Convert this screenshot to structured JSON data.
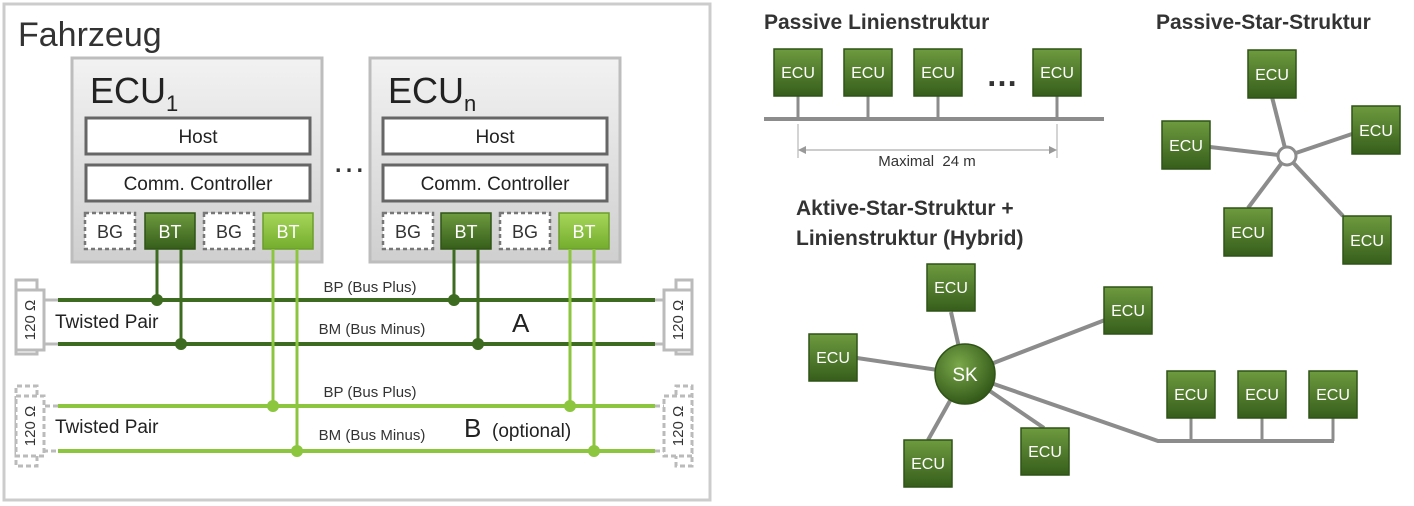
{
  "vehicle": {
    "title": "Fahrzeug",
    "ecus": [
      {
        "name": "ECU",
        "sub": "1",
        "host": "Host",
        "controller": "Comm. Controller",
        "slots": [
          {
            "label": "BG",
            "style": "empty"
          },
          {
            "label": "BT",
            "style": "dark"
          },
          {
            "label": "BG",
            "style": "empty"
          },
          {
            "label": "BT",
            "style": "light"
          }
        ]
      },
      {
        "name": "ECU",
        "sub": "n",
        "host": "Host",
        "controller": "Comm. Controller",
        "slots": [
          {
            "label": "BG",
            "style": "empty"
          },
          {
            "label": "BT",
            "style": "dark"
          },
          {
            "label": "BG",
            "style": "empty"
          },
          {
            "label": "BT",
            "style": "light"
          }
        ]
      }
    ],
    "ellipsis": "…",
    "channels": [
      {
        "bp": "BP (Bus Plus)",
        "bm": "BM (Bus Minus)",
        "pair": "Twisted Pair",
        "letter": "A",
        "note": "",
        "color": "#3d6b1f"
      },
      {
        "bp": "BP (Bus Plus)",
        "bm": "BM (Bus Minus)",
        "pair": "Twisted Pair",
        "letter": "B",
        "note": "(optional)",
        "color": "#8cc63f"
      }
    ],
    "resistor": "120 Ω"
  },
  "passive_line": {
    "title": "Passive Linienstruktur",
    "ecus": [
      "ECU",
      "ECU",
      "ECU",
      "ECU"
    ],
    "ellipsis": "…",
    "dimension": "Maximal  24 m"
  },
  "passive_star": {
    "title": "Passive-Star-Struktur",
    "ecus": [
      "ECU",
      "ECU",
      "ECU",
      "ECU",
      "ECU"
    ]
  },
  "active_star": {
    "title_line1": "Aktive-Star-Struktur +",
    "title_line2": "Linienstruktur (Hybrid)",
    "hub": "SK",
    "star_ecus": [
      "ECU",
      "ECU",
      "ECU",
      "ECU",
      "ECU"
    ],
    "line_ecus": [
      "ECU",
      "ECU",
      "ECU"
    ]
  },
  "colors": {
    "dark_green": "#3d6b1f",
    "light_green": "#8cc63f",
    "ecu_green": "#4a7a2a",
    "frame_gray": "#c8c8c8"
  }
}
